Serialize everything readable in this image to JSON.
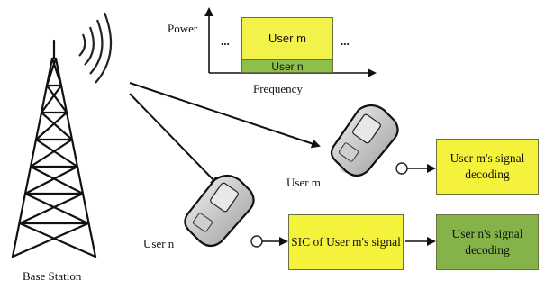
{
  "spectrum": {
    "power_label": "Power",
    "frequency_label": "Frequency",
    "user_m_label": "User m",
    "user_n_label": "User n",
    "ellipsis_left": "...",
    "ellipsis_right": "...",
    "colors": {
      "user_m_block": "#f2f24a",
      "user_n_block": "#8dc04a"
    }
  },
  "base_station": {
    "label": "Base Station"
  },
  "phones": {
    "user_m_label": "User m",
    "user_n_label": "User n"
  },
  "boxes": {
    "user_m_decoding": "User m's signal decoding",
    "sic": "SIC of User m's signal",
    "user_n_decoding": "User n's signal decoding",
    "colors": {
      "yellow": "#f5f23c",
      "green": "#86b24a"
    }
  }
}
